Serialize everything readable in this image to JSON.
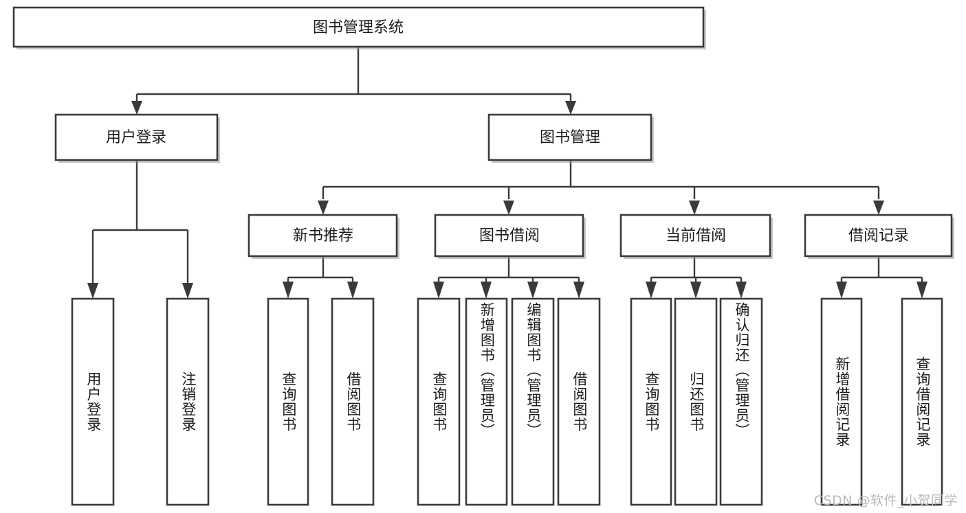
{
  "diagram": {
    "type": "tree-hierarchy-chart",
    "orientation": "top-down",
    "watermark": "CSDN @软件_小贺同学",
    "colors": {
      "box_stroke": "#3a3a3a",
      "box_fill": "#ffffff",
      "connector": "#3a3a3a",
      "text": "#1d1d1d",
      "watermark": "#b9b9b9",
      "background": "#ffffff"
    },
    "root": {
      "label": "图书管理系统"
    },
    "level2": [
      {
        "label": "用户登录"
      },
      {
        "label": "图书管理"
      }
    ],
    "level3": [
      {
        "label": "新书推荐"
      },
      {
        "label": "图书借阅"
      },
      {
        "label": "当前借阅"
      },
      {
        "label": "借阅记录"
      }
    ],
    "leaves": {
      "user_login": [
        {
          "label": "用户登录"
        },
        {
          "label": "注销登录"
        }
      ],
      "new_book_recommend": [
        {
          "label": "查询图书"
        },
        {
          "label": "借阅图书"
        }
      ],
      "book_borrow": [
        {
          "label": "查询图书"
        },
        {
          "label": "新增图书（管理员）"
        },
        {
          "label": "编辑图书（管理员）"
        },
        {
          "label": "借阅图书"
        }
      ],
      "current_borrow": [
        {
          "label": "查询图书"
        },
        {
          "label": "归还图书"
        },
        {
          "label": "确认归还（管理员）"
        }
      ],
      "borrow_records": [
        {
          "label": "新增借阅记录"
        },
        {
          "label": "查询借阅记录"
        }
      ]
    }
  }
}
